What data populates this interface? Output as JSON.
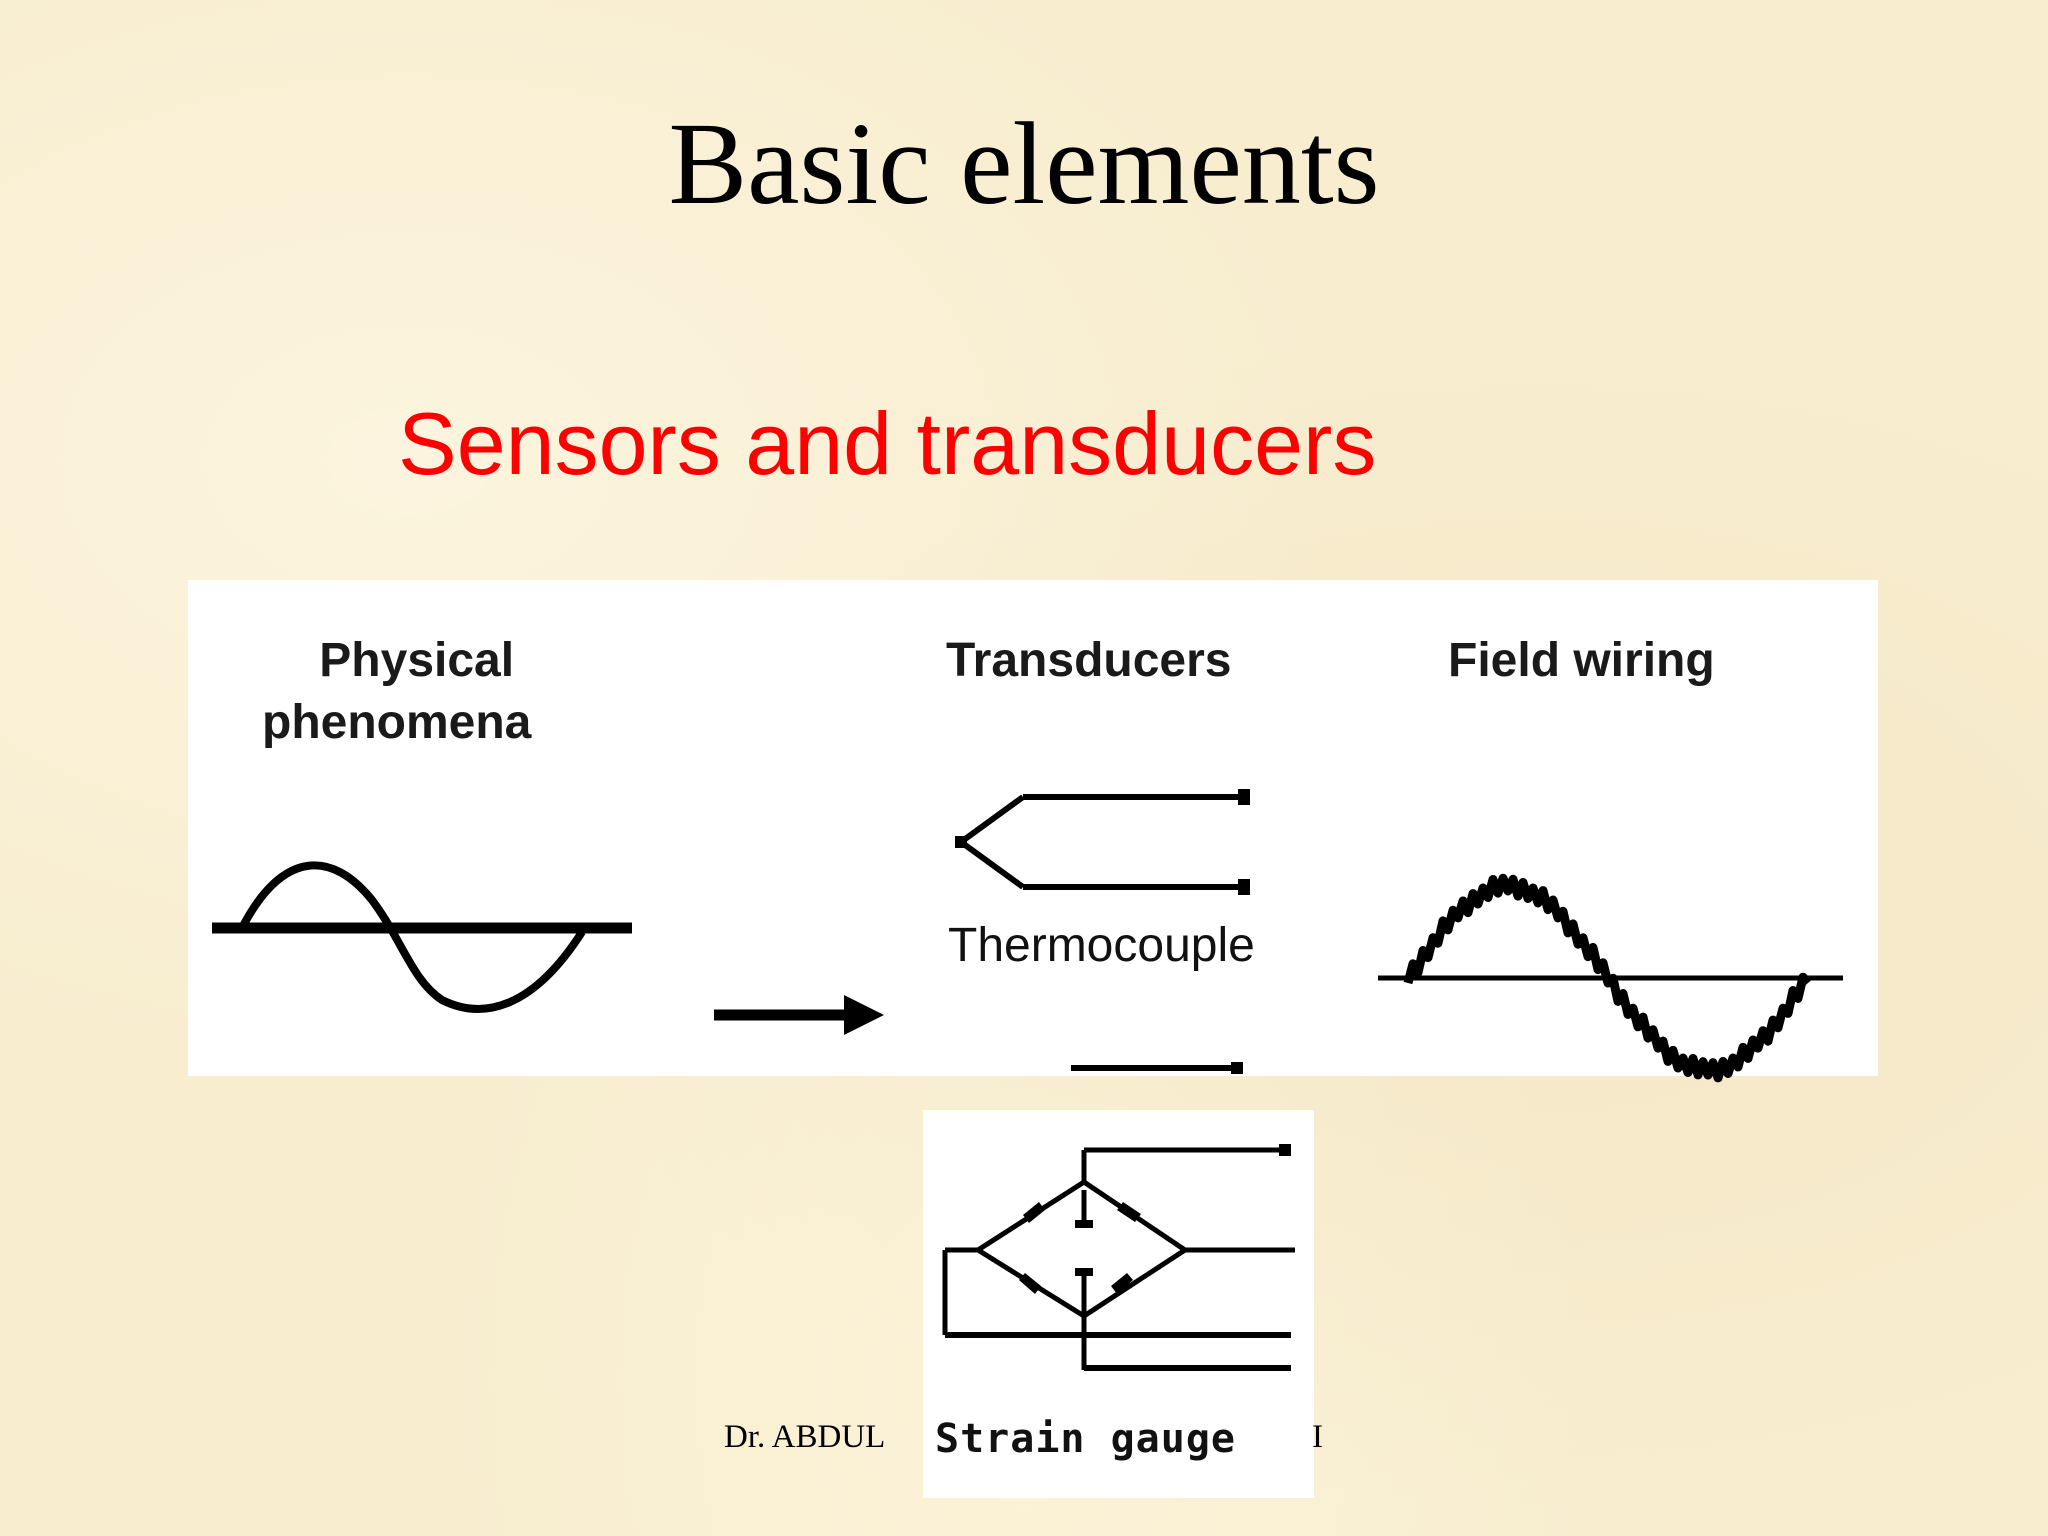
{
  "slide": {
    "title": "Basic elements",
    "subtitle": "Sensors and transducers"
  },
  "diagram": {
    "headings": {
      "physical_line1": "Physical",
      "physical_line2": "phenomena",
      "transducers": "Transducers",
      "field_wiring": "Field wiring"
    },
    "devices": {
      "thermocouple": "Thermocouple",
      "strain_gauge": "Strain gauge"
    }
  },
  "footer": {
    "left": "Dr. ABDUL",
    "right": "I"
  },
  "colors": {
    "background": "#f8edcf",
    "subtitle": "#ff0000",
    "panel": "#ffffff",
    "ink": "#000000"
  }
}
